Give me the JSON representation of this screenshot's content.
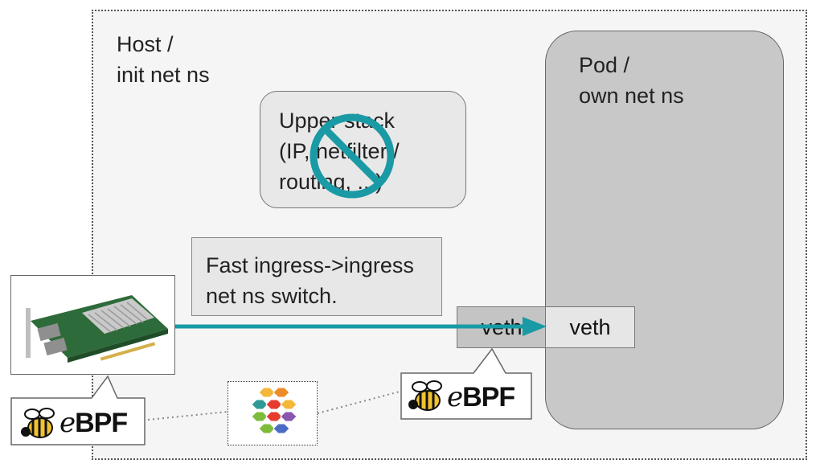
{
  "host": {
    "label_line1": "Host /",
    "label_line2": "init net ns"
  },
  "pod": {
    "label_line1": "Pod /",
    "label_line2": "own net ns"
  },
  "upper_stack": {
    "line1": "Upper stack",
    "line2": "(IP, netfilter /",
    "line3": "routing, ...)"
  },
  "fast_path": {
    "line1": "Fast ingress->ingress",
    "line2": "net ns switch."
  },
  "veth_host": {
    "label": "veth"
  },
  "veth_pod": {
    "label": "veth"
  },
  "ebpf_nic": {
    "e": "e",
    "bpf": "BPF"
  },
  "ebpf_veth": {
    "e": "e",
    "bpf": "BPF"
  },
  "colors": {
    "arrow": "#1a9aa5",
    "forbidden": "#1a9aa5",
    "hive": [
      "#f4b73a",
      "#ec8b2a",
      "#e63b2e",
      "#7dbb3c",
      "#8a56b0",
      "#2f9a95",
      "#4a6cc4"
    ]
  },
  "icons": [
    "network-card-icon",
    "forbidden-icon",
    "bee-icon",
    "hexagon-hive-icon"
  ]
}
